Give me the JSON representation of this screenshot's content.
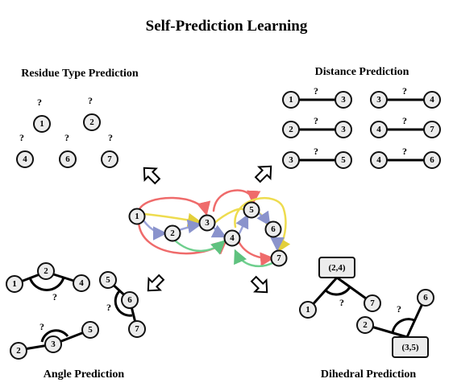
{
  "title": "Self-Prediction Learning",
  "sections": {
    "residue": "Residue Type Prediction",
    "distance": "Distance Prediction",
    "angle": "Angle Prediction",
    "dihedral": "Dihedral Prediction"
  },
  "question_mark": "?",
  "residue_nodes": [
    "1",
    "2",
    "4",
    "6",
    "7"
  ],
  "distance_pairs": [
    [
      "1",
      "3"
    ],
    [
      "3",
      "4"
    ],
    [
      "2",
      "3"
    ],
    [
      "4",
      "7"
    ],
    [
      "3",
      "5"
    ],
    [
      "4",
      "6"
    ]
  ],
  "graph": {
    "nodes": [
      "1",
      "2",
      "3",
      "4",
      "5",
      "6",
      "7"
    ],
    "edge_colors": {
      "red": "#ef6b6b",
      "yellow": "#eedc4f",
      "blue": "#9aa3d8",
      "green": "#6fcf8e"
    }
  },
  "angle": {
    "triple_a": [
      "1",
      "2",
      "4"
    ],
    "triple_b": [
      "5",
      "6",
      "7"
    ],
    "triple_c": [
      "2",
      "3",
      "5"
    ]
  },
  "dihedral": {
    "top_box": "(2,4)",
    "bottom_box": "(3,5)",
    "left_nodes": [
      "1",
      "7"
    ],
    "right_nodes": [
      "2",
      "6"
    ]
  }
}
